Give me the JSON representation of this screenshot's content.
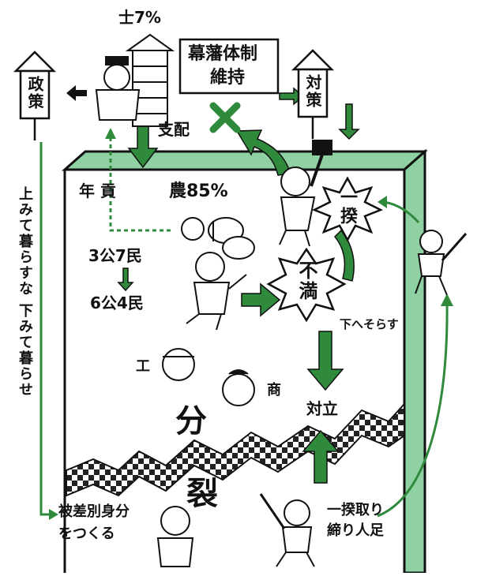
{
  "colors": {
    "green_dark": "#2f8a3c",
    "green_light": "#8fd1a3",
    "ink": "#111111",
    "paper": "#ffffff"
  },
  "labels": {
    "samurai": "士7%",
    "bakuhan": "幕藩体制維持",
    "bakuhan_line1": "幕藩体制",
    "bakuhan_line2": "維持",
    "seisaku": "政策",
    "taisaku": "対策",
    "shihai": "支配",
    "nengu": "年 貢",
    "farmers": "農85%",
    "tax_before": "3公7民",
    "tax_after": "6公4民",
    "ikki": "一揆",
    "fuman": "不満",
    "shita_he": "下へそらす",
    "craftsman": "工",
    "merchant": "商",
    "bun": "分",
    "taisei": "対立",
    "retsu": "裂",
    "outcast_line1": "被差別身分",
    "outcast_line2": "をつくる",
    "ikki_guard_line1": "一揆取り",
    "ikki_guard_line2": "締り人足",
    "left_slogan": "上みて暮らすな 下みて暮らせ"
  }
}
